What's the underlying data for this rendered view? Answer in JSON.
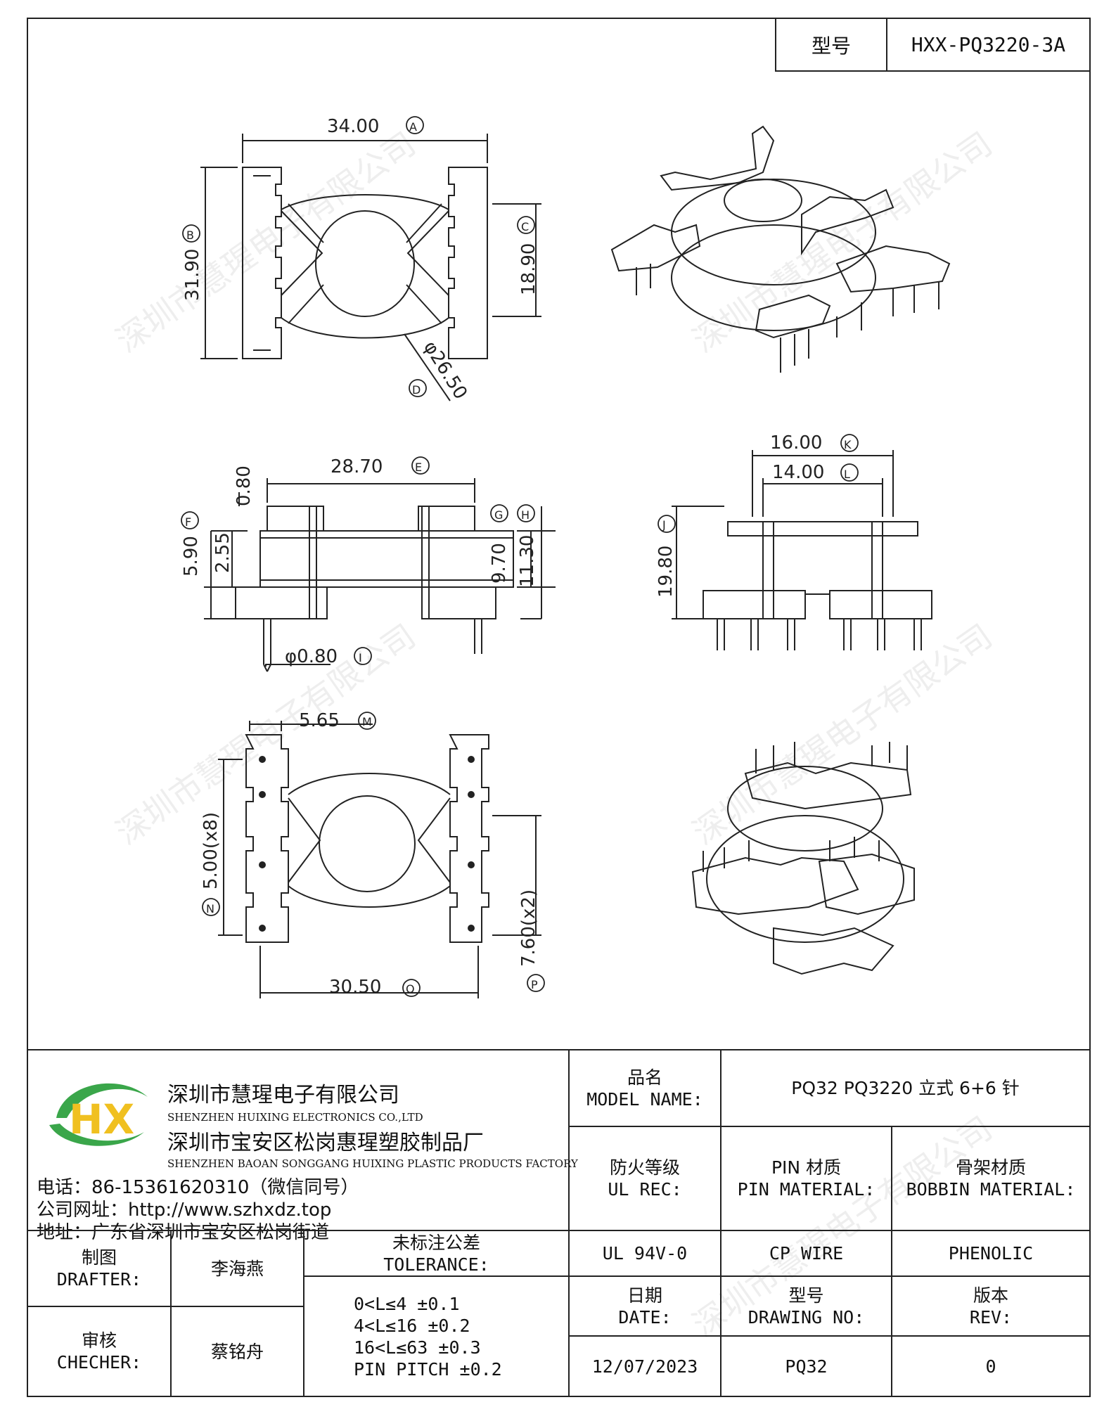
{
  "header": {
    "model_label": "型号",
    "model_value": "HXX-PQ3220-3A"
  },
  "dimensions": {
    "A": "34.00",
    "A_tag": "A",
    "B": "31.90",
    "B_tag": "B",
    "C": "18.90",
    "C_tag": "C",
    "D": "φ26.50",
    "D_tag": "D",
    "E": "28.70",
    "E_tag": "E",
    "F": "5.90",
    "F_tag": "F",
    "G_tag": "G",
    "H_tag": "H",
    "F2": "0.80",
    "F3": "2.55",
    "F4": "9.70",
    "F5": "11.30",
    "I": "φ0.80",
    "I_tag": "I",
    "J": "19.80",
    "J_tag": "J",
    "K": "16.00",
    "K_tag": "K",
    "L": "14.00",
    "L_tag": "L",
    "M": "5.65",
    "M_tag": "M",
    "N": "5.00(x8)",
    "N_tag": "N",
    "O": "30.50",
    "O_tag": "O",
    "P": "7.60(x2)",
    "P_tag": "P"
  },
  "company": {
    "name_cn": "深圳市慧瑆电子有限公司",
    "name_en": "SHENZHEN HUIXING ELECTRONICS CO.,LTD",
    "factory_cn": "深圳市宝安区松岗惠瑆塑胶制品厂",
    "factory_en": "SHENZHEN BAOAN SONGGANG HUIXING PLASTIC PRODUCTS FACTORY",
    "phone": "电话：86-15361620310（微信同号）",
    "website": "公司网址：http://www.szhxdz.top",
    "address": "地址：广东省深圳市宝安区松岗街道",
    "logo_text": "HX",
    "logo_color_green": "#3aa64a",
    "logo_color_yellow": "#f0c020"
  },
  "watermark": "深圳市慧瑆电子有限公司",
  "title_block": {
    "model_name_cn": "品名",
    "model_name_en": "MODEL NAME:",
    "model_name_value": "PQ32 PQ3220 立式 6+6 针",
    "fire_cn": "防火等级",
    "fire_en": "UL REC:",
    "fire_value": "UL 94V-0",
    "pin_cn": "PIN 材质",
    "pin_en": "PIN MATERIAL:",
    "pin_value": "CP WIRE",
    "bobbin_cn": "骨架材质",
    "bobbin_en": "BOBBIN MATERIAL:",
    "bobbin_value": "PHENOLIC",
    "drafter_cn": "制图",
    "drafter_en": "DRAFTER:",
    "drafter_value": "李海燕",
    "checker_cn": "审核",
    "checker_en": "CHECHER:",
    "checker_value": "蔡铭舟",
    "tolerance_cn": "未标注公差",
    "tolerance_en": "TOLERANCE:",
    "tolerances": [
      "0<L≤4  ±0.1",
      "4<L≤16  ±0.2",
      "16<L≤63  ±0.3",
      "PIN PITCH  ±0.2"
    ],
    "date_cn": "日期",
    "date_en": "DATE:",
    "date_value": "12/07/2023",
    "drawing_cn": "型号",
    "drawing_en": "DRAWING NO:",
    "drawing_value": "PQ32",
    "rev_cn": "版本",
    "rev_en": "REV:",
    "rev_value": "0"
  }
}
